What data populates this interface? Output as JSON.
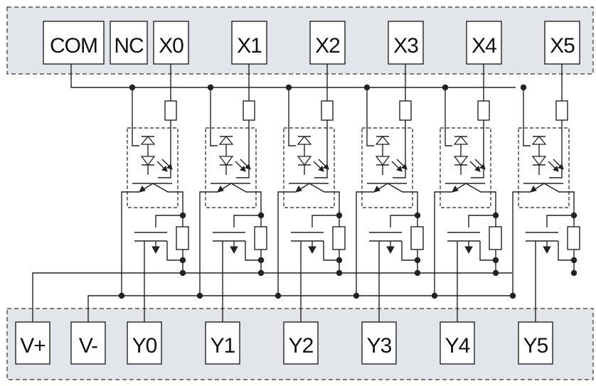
{
  "colors": {
    "panel": "#e2e6ea",
    "line": "#222222",
    "box": "#ffffff"
  },
  "input_terminals": [
    {
      "id": "com",
      "label": "COM"
    },
    {
      "id": "nc",
      "label": "NC"
    },
    {
      "id": "x0",
      "label": "X0"
    },
    {
      "id": "x1",
      "label": "X1"
    },
    {
      "id": "x2",
      "label": "X2"
    },
    {
      "id": "x3",
      "label": "X3"
    },
    {
      "id": "x4",
      "label": "X4"
    },
    {
      "id": "x5",
      "label": "X5"
    }
  ],
  "output_terminals": [
    {
      "id": "vplus",
      "label": "V+"
    },
    {
      "id": "vminus",
      "label": "V-"
    },
    {
      "id": "y0",
      "label": "Y0"
    },
    {
      "id": "y1",
      "label": "Y1"
    },
    {
      "id": "y2",
      "label": "Y2"
    },
    {
      "id": "y3",
      "label": "Y3"
    },
    {
      "id": "y4",
      "label": "Y4"
    },
    {
      "id": "y5",
      "label": "Y5"
    }
  ],
  "channels": [
    {
      "input": "X0",
      "output": "Y0"
    },
    {
      "input": "X1",
      "output": "Y1"
    },
    {
      "input": "X2",
      "output": "Y2"
    },
    {
      "input": "X3",
      "output": "Y3"
    },
    {
      "input": "X4",
      "output": "Y4"
    },
    {
      "input": "X5",
      "output": "Y5"
    }
  ],
  "icons": {
    "optocoupler": "optocoupler-icon",
    "resistor": "resistor-icon",
    "mosfet": "mosfet-icon",
    "junction": "junction-dot-icon"
  }
}
